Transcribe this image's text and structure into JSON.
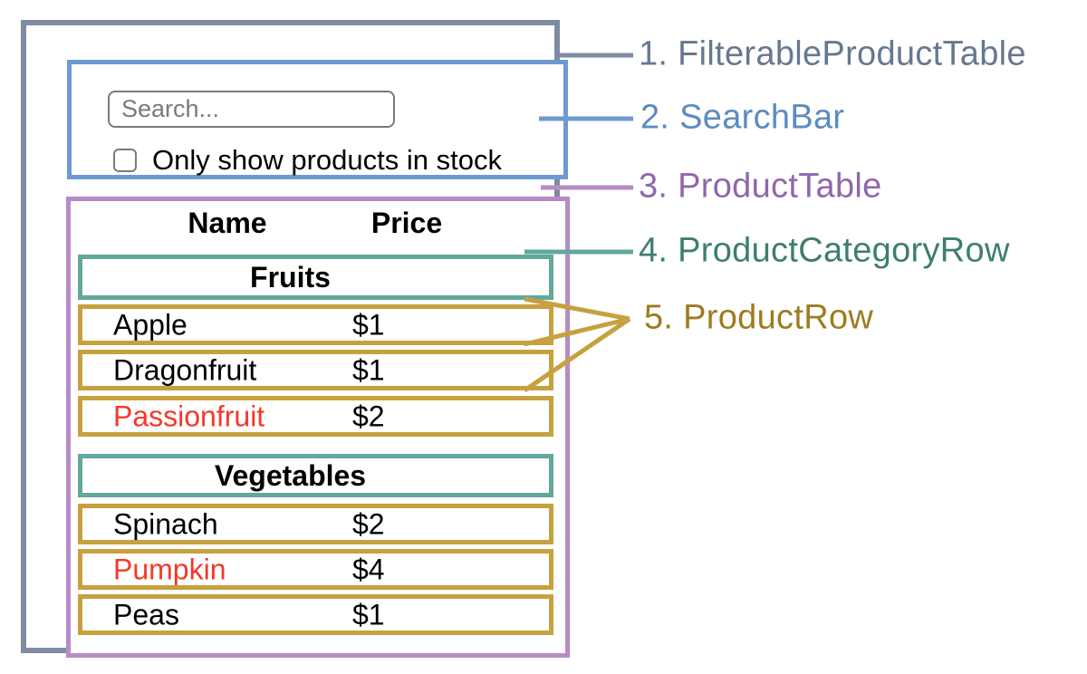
{
  "diagram": {
    "search_bar": {
      "search_placeholder": "Search...",
      "checkbox_label": "Only show products in stock",
      "checkbox_checked": false
    },
    "product_table": {
      "headers": {
        "name": "Name",
        "price": "Price"
      },
      "categories": [
        {
          "label": "Fruits",
          "products": [
            {
              "name": "Apple",
              "price": "$1",
              "highlight": false
            },
            {
              "name": "Dragonfruit",
              "price": "$1",
              "highlight": false
            },
            {
              "name": "Passionfruit",
              "price": "$2",
              "highlight": true
            }
          ]
        },
        {
          "label": "Vegetables",
          "products": [
            {
              "name": "Spinach",
              "price": "$2",
              "highlight": false
            },
            {
              "name": "Pumpkin",
              "price": "$4",
              "highlight": true
            },
            {
              "name": "Peas",
              "price": "$1",
              "highlight": false
            }
          ]
        }
      ]
    }
  },
  "legend": [
    {
      "label": "1. FilterableProductTable",
      "color": "#66788F"
    },
    {
      "label": "2. SearchBar",
      "color": "#5C8BC2"
    },
    {
      "label": "3. ProductTable",
      "color": "#9166AC"
    },
    {
      "label": "4. ProductCategoryRow",
      "color": "#3D7E6F"
    },
    {
      "label": "5. ProductRow",
      "color": "#9D7C1F"
    }
  ],
  "colors": {
    "filterable_product_table_border": "#7E8BA1",
    "search_bar_border": "#6D9AD2",
    "product_table_border": "#B78CC6",
    "product_category_row_border": "#62A89B",
    "product_row_border": "#C6A13D",
    "highlight_text": "#F4382B",
    "input_border": "#7A7A7A"
  }
}
